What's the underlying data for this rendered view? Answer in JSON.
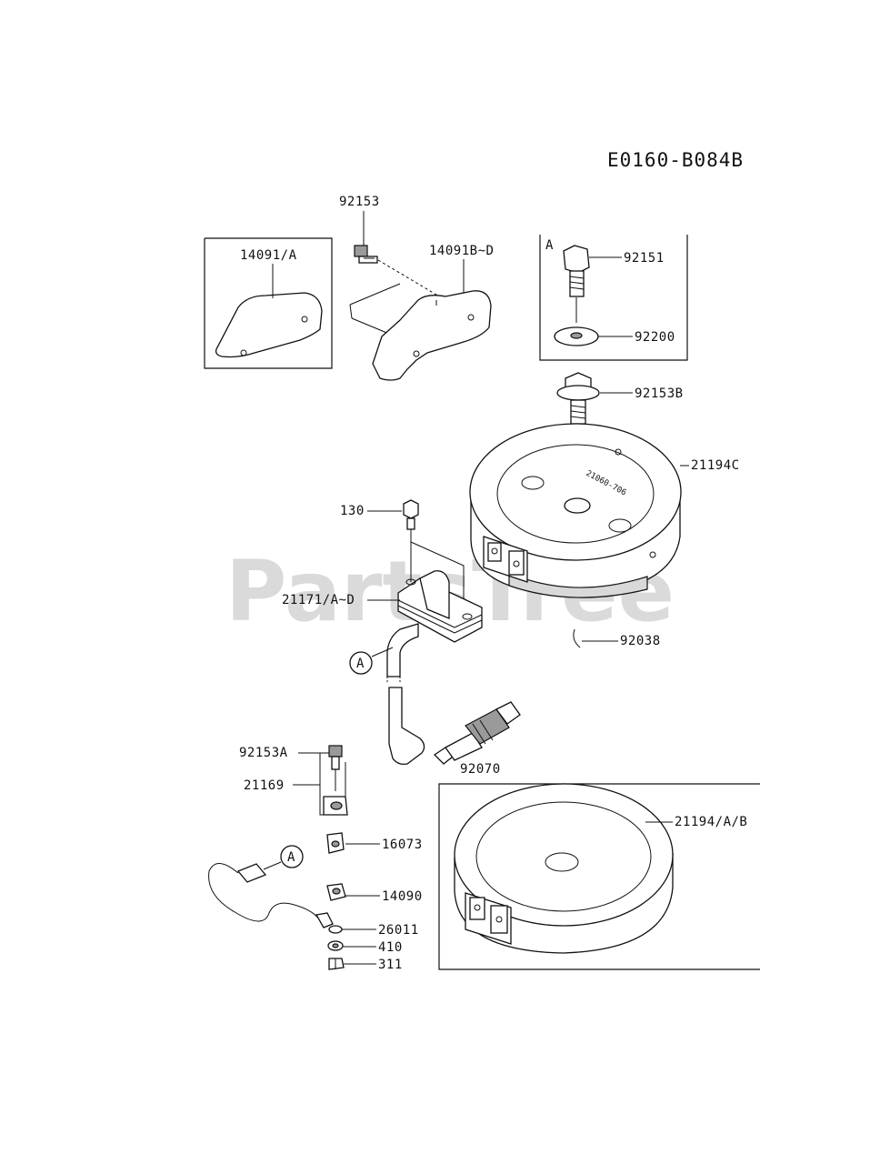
{
  "diagram_code": "E0160-B084B",
  "watermark": "PartsTree",
  "callouts": {
    "p14091A": "14091/A",
    "p92153": "92153",
    "p14091BD": "14091B~D",
    "boxA": "A",
    "p92151": "92151",
    "p92200": "92200",
    "p92153B": "92153B",
    "p21194C": "21194C",
    "p130": "130",
    "p21171": "21171/A~D",
    "p92038": "92038",
    "refA1": "A",
    "p92153A": "92153A",
    "p21169": "21169",
    "p92070": "92070",
    "p21194AB": "21194/A/B",
    "p16073": "16073",
    "refA2": "A",
    "p14090": "14090",
    "p26011": "26011",
    "p410": "410",
    "p311": "311"
  },
  "flywheel_stamp": "21060-706"
}
